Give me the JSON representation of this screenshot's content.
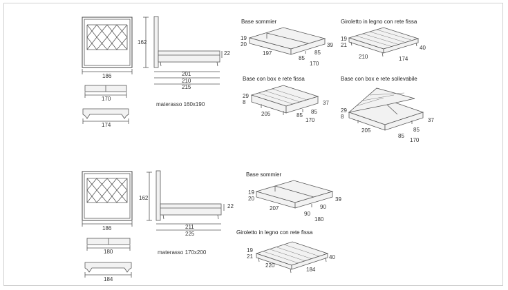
{
  "config_a": {
    "front_width": "186",
    "side_height": "162",
    "foot": "22",
    "side_dims": [
      "201",
      "210",
      "215"
    ],
    "base_top_width": "170",
    "base_bottom_width": "174",
    "mattress": "materasso 160x190",
    "base_sommier": {
      "title": "Base sommier",
      "h1": "19",
      "h2": "20",
      "len": "197",
      "w1": "85",
      "w2": "85",
      "total": "170",
      "side": "39"
    },
    "giroletto": {
      "title": "Giroletto in legno con rete fissa",
      "h1": "19",
      "h2": "21",
      "len": "210",
      "width": "174",
      "side": "40"
    },
    "box_fissa": {
      "title": "Base con box e rete fissa",
      "h1": "29",
      "h2": "8",
      "len": "205",
      "w1": "85",
      "w2": "85",
      "total": "170",
      "side": "37"
    },
    "box_sollevabile": {
      "title": "Base con box e rete sollevabile",
      "h1": "29",
      "h2": "8",
      "len": "205",
      "w1": "85",
      "w2": "85",
      "total": "170",
      "side": "37"
    }
  },
  "config_b": {
    "front_width": "186",
    "side_height": "162",
    "foot": "22",
    "side_dims": [
      "211",
      "225"
    ],
    "base_top_width": "180",
    "base_bottom_width": "184",
    "mattress": "materasso 170x200",
    "base_sommier": {
      "title": "Base sommier",
      "h1": "19",
      "h2": "20",
      "len": "207",
      "w1": "90",
      "w2": "90",
      "total": "180",
      "side": "39"
    },
    "giroletto": {
      "title": "Giroletto in legno con rete fissa",
      "h1": "19",
      "h2": "21",
      "len": "220",
      "width": "184",
      "side": "40"
    }
  }
}
